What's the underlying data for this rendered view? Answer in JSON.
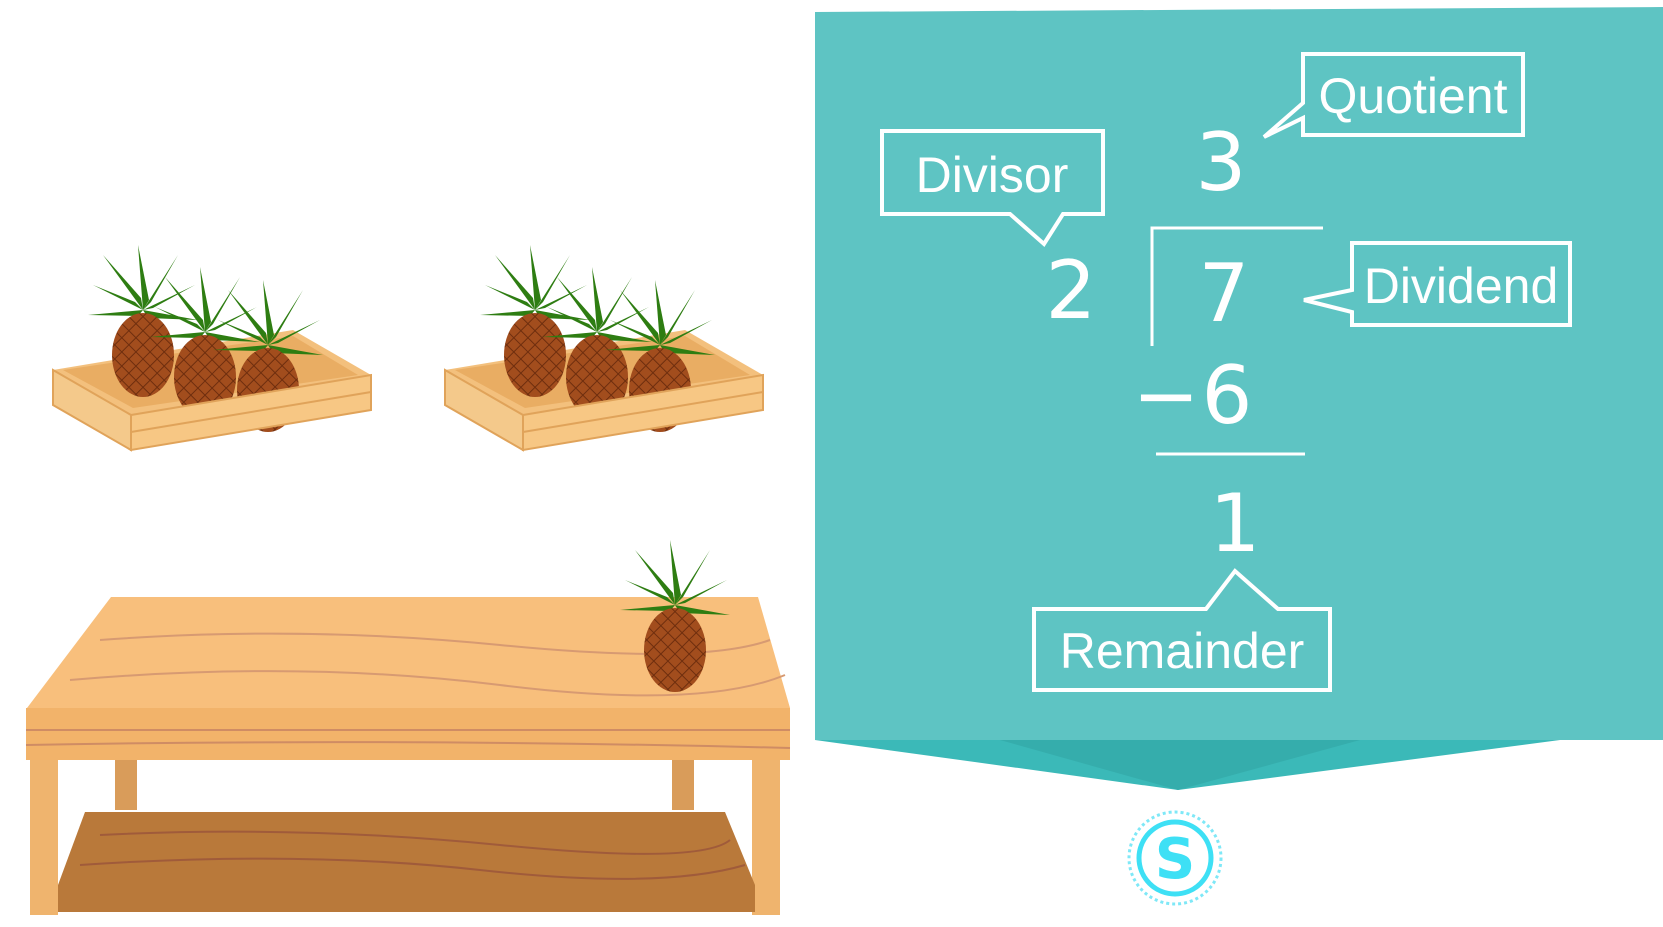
{
  "diagram": {
    "labels": {
      "quotient": "Quotient",
      "divisor": "Divisor",
      "dividend": "Dividend",
      "remainder": "Remainder"
    },
    "values": {
      "quotient": "3",
      "divisor": "2",
      "dividend": "7",
      "subtracted": "6",
      "minus_sign": "−",
      "remainder": "1"
    },
    "illustration": {
      "crates": 2,
      "pineapples_per_crate": 3,
      "pineapples_on_table": 1
    },
    "logo": "S",
    "colors": {
      "panel": "#5ec4c3",
      "panel_shadow": "#3bb5b4",
      "text": "#ffffff",
      "wood": "#f7bf7a",
      "pineapple": "#9a4a1e",
      "leaves": "#2e8a16",
      "logo": "#3ee0f5"
    }
  }
}
